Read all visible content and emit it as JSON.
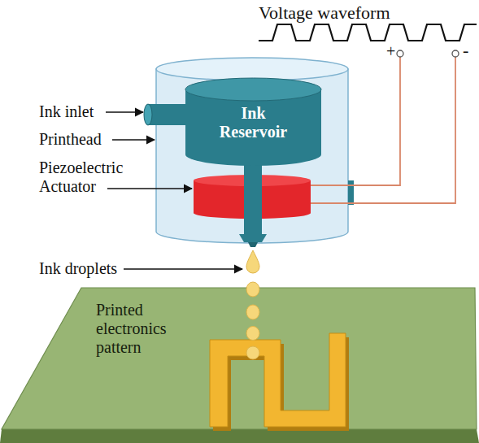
{
  "diagram": {
    "nodes": [
      {
        "text": [
          "Ink Reservoir"
        ]
      },
      {
        "text": [
          "Printed electronics pattern"
        ]
      }
    ],
    "labels": [
      "Voltage waveform",
      "+",
      "-",
      "Ink inlet",
      "Printhead",
      "Piezoelectric Actuator",
      "Ink droplets"
    ]
  }
}
